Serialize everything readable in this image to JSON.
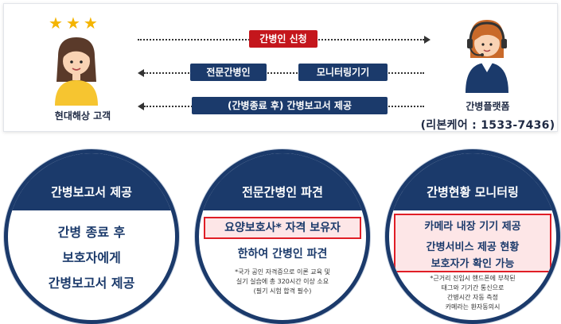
{
  "flow": {
    "customer_label": "현대해상 고객",
    "platform_label": "간병플랫폼",
    "platform_phone": "(리본케어 : 1533-7436)",
    "request_label": "간병인 신청",
    "caregiver_label": "전문간병인",
    "monitor_device_label": "모니터링기기",
    "report_label": "(간병종료 후) 간병보고서 제공",
    "star_icon": "★",
    "colors": {
      "red": "#c4161c",
      "navy": "#1b3a6b"
    }
  },
  "circles": {
    "report": {
      "title": "간병보고서 제공",
      "lines": [
        "간병 종료 후",
        "보호자에게",
        "간병보고서 제공"
      ]
    },
    "dispatch": {
      "title": "전문간병인 파견",
      "highlight": "요양보호사* 자격 보유자",
      "line": "한하여 간병인 파견",
      "notes": [
        "*국가 공인 자격증으로 이론 교육 및",
        "실기 실습에 총 320시간 이상 소요",
        "(필기 시험 합격 필수)"
      ]
    },
    "monitoring": {
      "title": "간병현황 모니터링",
      "highlight": "카메라 내장 기기 제공",
      "highlight2_line1": "간병서비스 제공 현황",
      "highlight2_line2": "보호자가 확인 가능",
      "notes": [
        "*근거리 진입시 핸드폰에 부착된",
        "태그와 기기간 통신으로",
        "간병시간 자동 측정",
        "카메라는 환자동의시"
      ]
    }
  }
}
